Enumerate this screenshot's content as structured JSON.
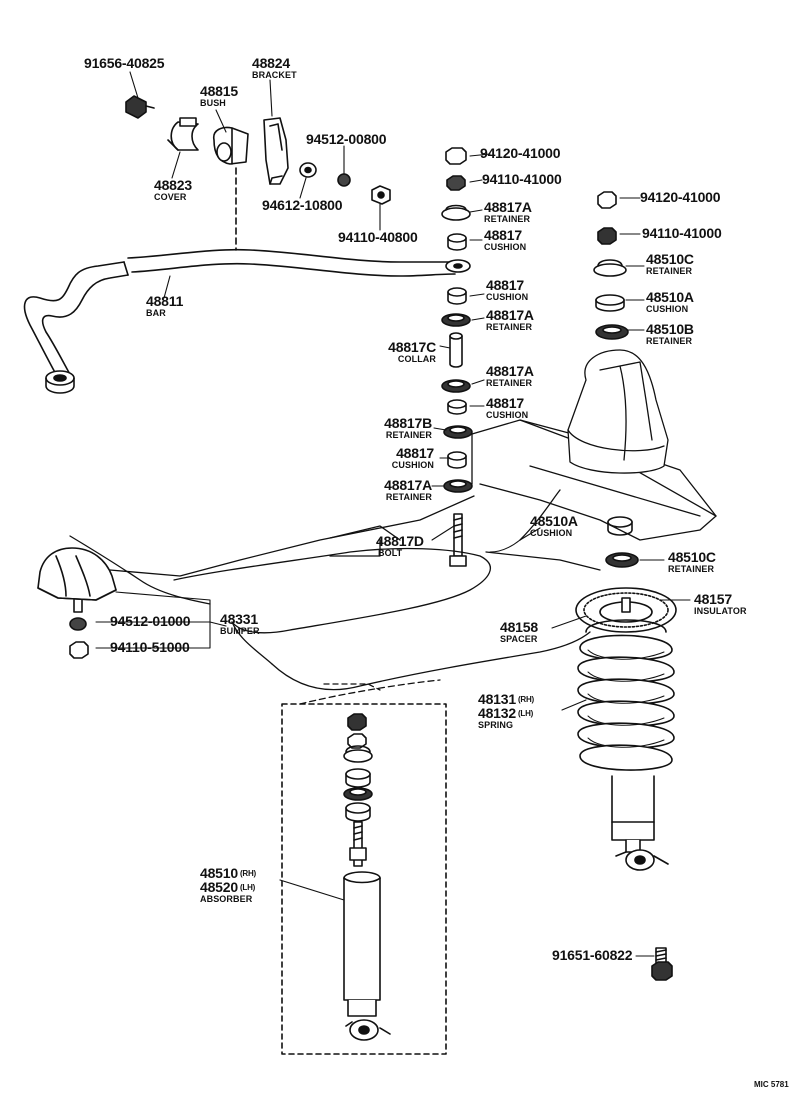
{
  "parts": {
    "p_91656": {
      "number": "91656-40825",
      "name": ""
    },
    "p_48824": {
      "number": "48824",
      "name": "BRACKET"
    },
    "p_48815": {
      "number": "48815",
      "name": "BUSH"
    },
    "p_48823": {
      "number": "48823",
      "name": "COVER"
    },
    "p_94512a": {
      "number": "94512-00800",
      "name": ""
    },
    "p_94612": {
      "number": "94612-10800",
      "name": ""
    },
    "p_94110a": {
      "number": "94110-40800",
      "name": ""
    },
    "p_48811": {
      "number": "48811",
      "name": "BAR"
    },
    "p_94120a": {
      "number": "94120-41000",
      "name": ""
    },
    "p_94110b": {
      "number": "94110-41000",
      "name": ""
    },
    "p_48817A1": {
      "number": "48817A",
      "name": "RETAINER"
    },
    "p_488171": {
      "number": "48817",
      "name": "CUSHION"
    },
    "p_488172": {
      "number": "48817",
      "name": "CUSHION"
    },
    "p_48817A2": {
      "number": "48817A",
      "name": "RETAINER"
    },
    "p_48817C": {
      "number": "48817C",
      "name": "COLLAR"
    },
    "p_48817A3": {
      "number": "48817A",
      "name": "RETAINER"
    },
    "p_488173": {
      "number": "48817",
      "name": "CUSHION"
    },
    "p_48817B": {
      "number": "48817B",
      "name": "RETAINER"
    },
    "p_488174": {
      "number": "48817",
      "name": "CUSHION"
    },
    "p_48817A4": {
      "number": "48817A",
      "name": "RETAINER"
    },
    "p_48817D": {
      "number": "48817D",
      "name": "BOLT"
    },
    "p_94120b": {
      "number": "94120-41000",
      "name": ""
    },
    "p_94110c": {
      "number": "94110-41000",
      "name": ""
    },
    "p_48510C1": {
      "number": "48510C",
      "name": "RETAINER"
    },
    "p_48510A1": {
      "number": "48510A",
      "name": "CUSHION"
    },
    "p_48510B": {
      "number": "48510B",
      "name": "RETAINER"
    },
    "p_48510A2": {
      "number": "48510A",
      "name": "CUSHION"
    },
    "p_48510C2": {
      "number": "48510C",
      "name": "RETAINER"
    },
    "p_48157": {
      "number": "48157",
      "name": "INSULATOR"
    },
    "p_48158": {
      "number": "48158",
      "name": "SPACER"
    },
    "p_48331": {
      "number": "48331",
      "name": "BUMPER"
    },
    "p_94512b": {
      "number": "94512-01000",
      "name": ""
    },
    "p_94110d": {
      "number": "94110-51000",
      "name": ""
    },
    "p_48131": {
      "number": "48131",
      "tag": "(RH)"
    },
    "p_48132": {
      "number": "48132",
      "tag": "(LH)",
      "name": "SPRING"
    },
    "p_48510": {
      "number": "48510",
      "tag": "(RH)"
    },
    "p_48520": {
      "number": "48520",
      "tag": "(LH)",
      "name": "ABSORBER"
    },
    "p_91651": {
      "number": "91651-60822",
      "name": ""
    }
  },
  "diagram_code": "MIC 5781",
  "colors": {
    "ink": "#111111",
    "paper": "#ffffff"
  }
}
